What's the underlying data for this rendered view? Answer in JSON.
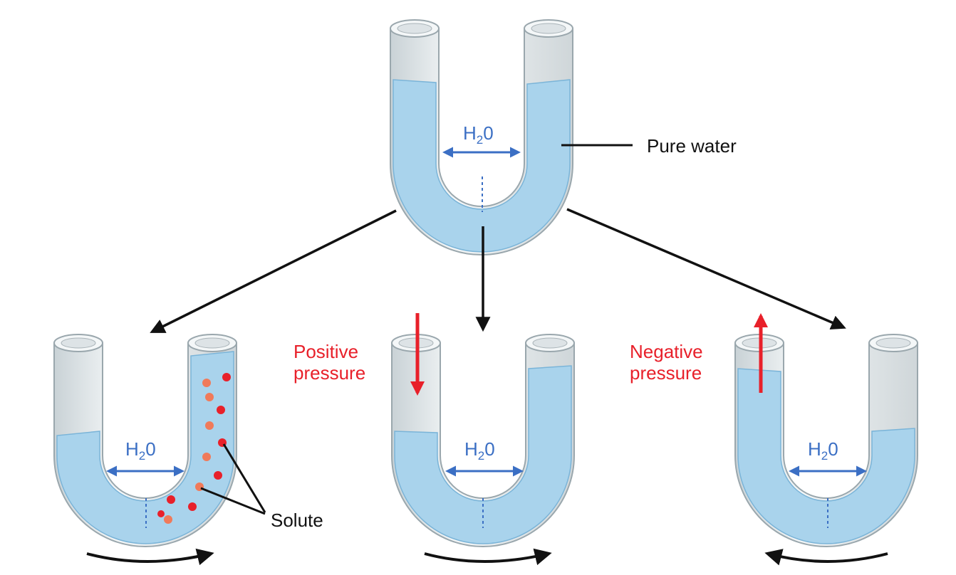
{
  "labels": {
    "h2o_base": "H",
    "h2o_sub": "2",
    "h2o_tail": "0",
    "pure_water": "Pure water",
    "solute": "Solute",
    "positive_line1": "Positive",
    "positive_line2": "pressure",
    "negative_line1": "Negative",
    "negative_line2": "pressure"
  },
  "colors": {
    "water": "#a9d3ec",
    "water_dark": "#7ab4d8",
    "glass": "#e9eef1",
    "glass_edge": "#9aa7ad",
    "h2o_arrow": "#3b6fc4",
    "pressure_arrow": "#e8202a",
    "solute_dot": "#e8202a",
    "flow_arrow": "#111111"
  },
  "icons": {
    "tube": "u-tube-icon",
    "flow": "curved-arrow-icon",
    "branch": "straight-arrow-icon"
  }
}
